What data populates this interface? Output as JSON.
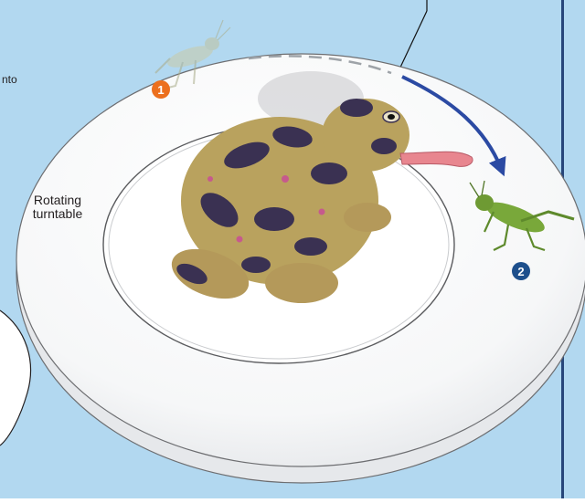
{
  "labels": {
    "turntable_line1": "Rotating",
    "turntable_line2": "turntable",
    "cut_text": "nto"
  },
  "markers": {
    "first": "1",
    "second": "2"
  },
  "colors": {
    "background": "#b2d8f0",
    "panel_border": "#27467a",
    "marker_1": "#ec6f1d",
    "marker_2": "#1d4f8c",
    "arrow": "#2b4aa3",
    "tongue": "#e8868f",
    "grasshopper": "#79a83a",
    "toad_spots": "#3a3152",
    "toad_skin": "#b9a25e"
  }
}
